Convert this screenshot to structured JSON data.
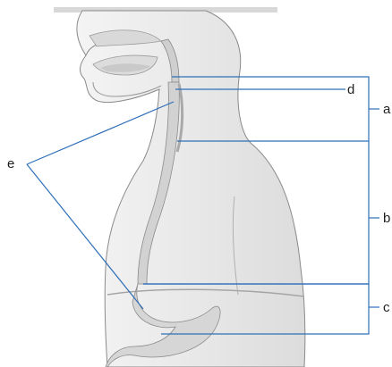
{
  "labels": {
    "a": "a",
    "b": "b",
    "c": "c",
    "d": "d",
    "e": "e"
  },
  "colors": {
    "leader_line": "#2f6fb7",
    "body_fill": "#e9e9e9",
    "body_outline": "#8a8a8a",
    "tract_fill": "#d2d2d2"
  }
}
